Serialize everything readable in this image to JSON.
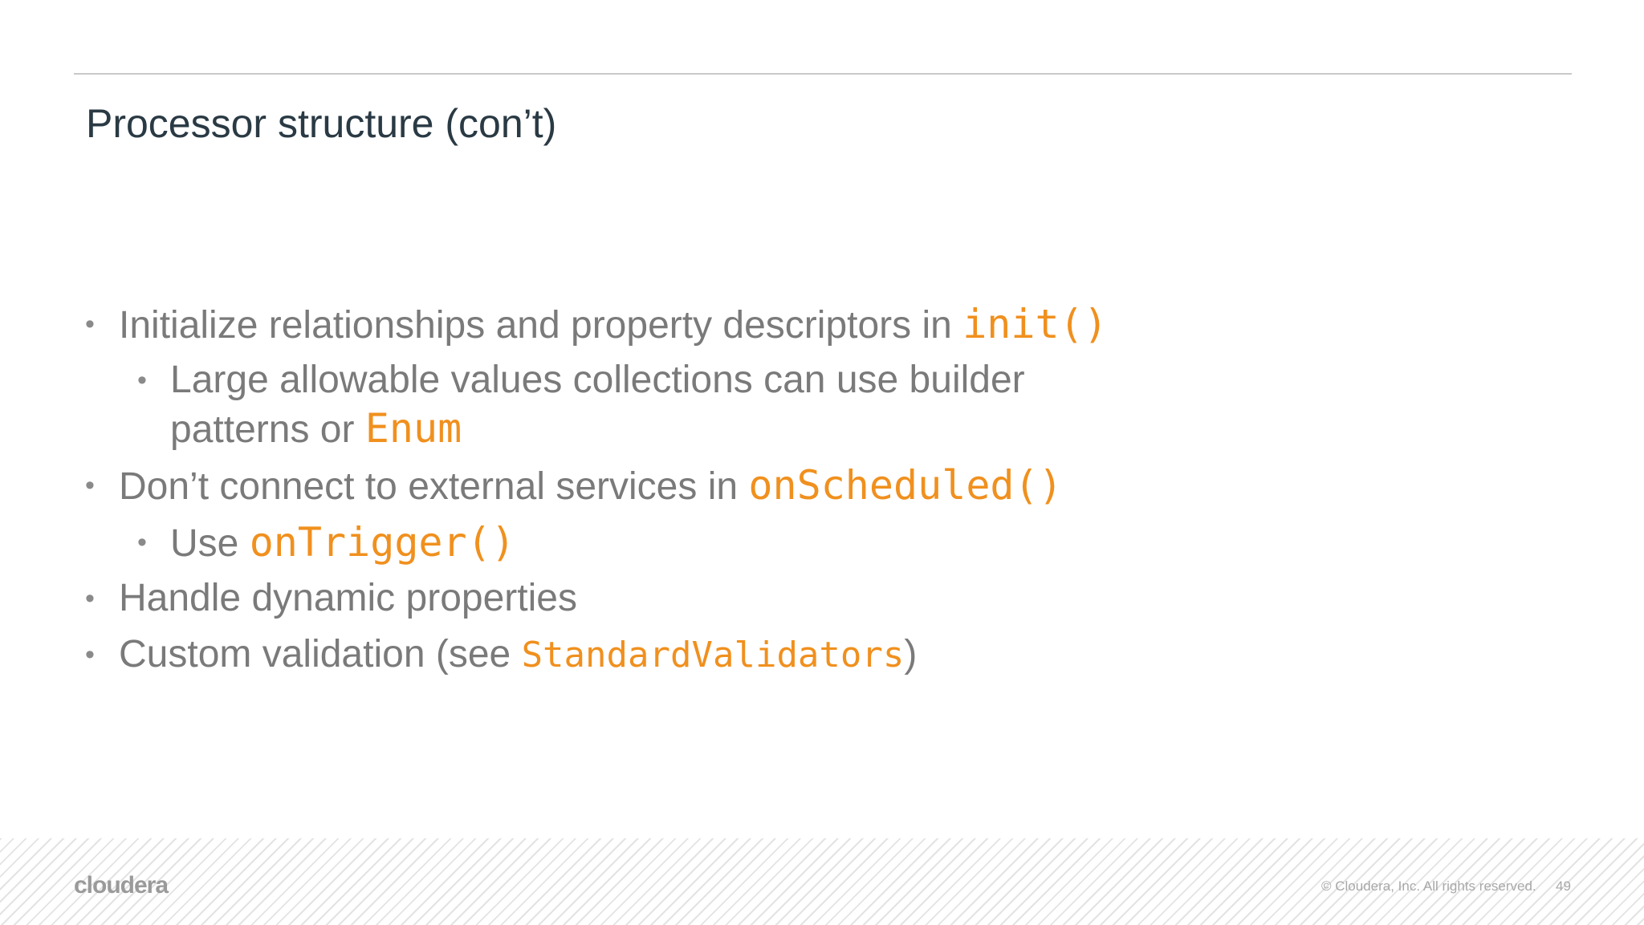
{
  "slide": {
    "title": "Processor structure (con’t)",
    "bullets": [
      {
        "text": "Initialize relationships and property descriptors in ",
        "code": "init()"
      },
      {
        "text": "Large allowable values collections can use builder"
      },
      {
        "text": "patterns or ",
        "code": "Enum"
      },
      {
        "text": "Don’t connect to external services in ",
        "code": "onScheduled()"
      },
      {
        "text": "Use ",
        "code": "onTrigger()"
      },
      {
        "text": "Handle dynamic properties"
      },
      {
        "text": "Custom validation (see ",
        "code": "StandardValidators",
        "suffix": ")"
      }
    ],
    "bullet_glyph": "•"
  },
  "footer": {
    "logo": "cloudera",
    "copyright": "© Cloudera, Inc. All rights reserved.",
    "page_number": "49"
  }
}
